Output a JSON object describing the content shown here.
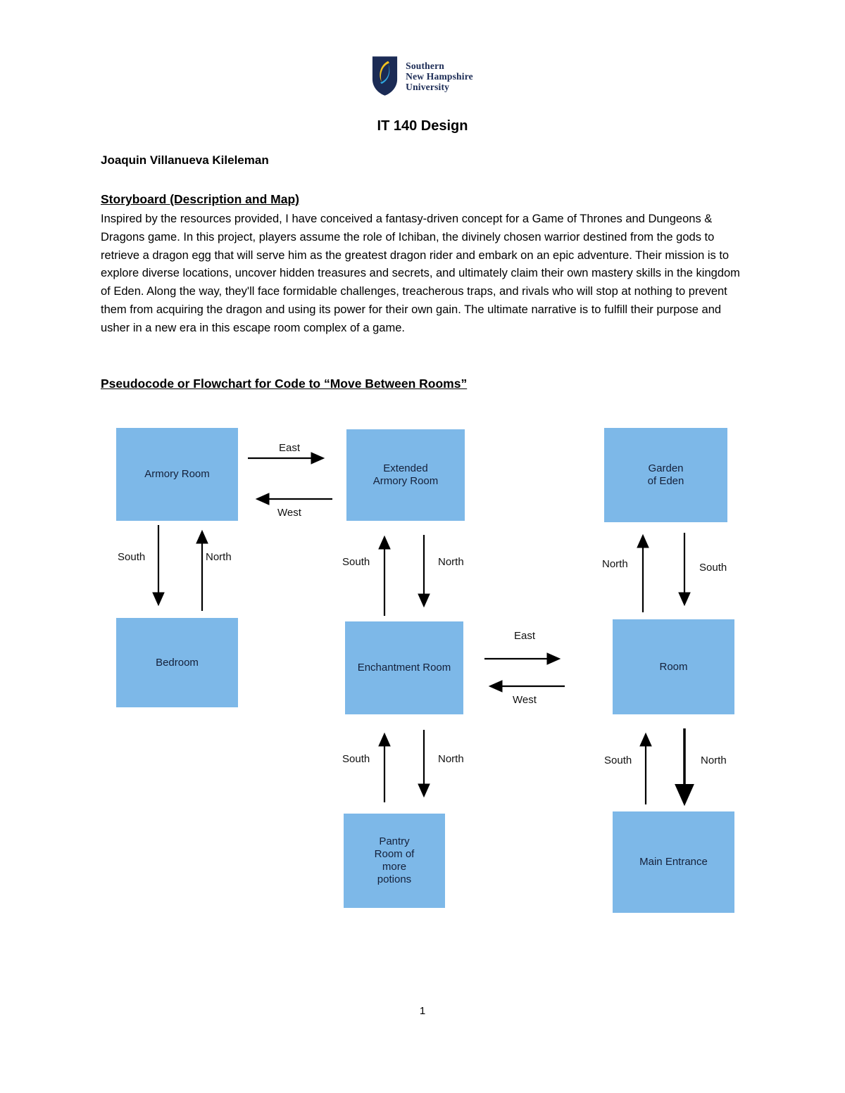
{
  "logo": {
    "line1": "Southern",
    "line2": "New Hampshire",
    "line3": "University"
  },
  "header": {
    "title": "IT 140 Design"
  },
  "author": "Joaquin Villanueva Kileleman",
  "sections": {
    "storyboard": {
      "heading": "Storyboard (Description and Map)",
      "body": "Inspired by the resources provided, I have conceived a fantasy-driven concept for a Game of Thrones and Dungeons & Dragons game. In this project, players assume the role of Ichiban, the divinely chosen warrior destined from the gods to retrieve a dragon egg that will serve him as the greatest dragon rider and embark on an epic adventure. Their mission is to explore diverse locations, uncover hidden treasures and secrets, and ultimately claim their own mastery skills in the kingdom of Eden. Along the way, they'll face formidable challenges, treacherous traps, and rivals who will stop at nothing to prevent them from acquiring the dragon and using its power for their own gain. The ultimate narrative is to fulfill their purpose and usher in a new era in this escape room complex of a game."
    },
    "pseudocode": {
      "heading": "Pseudocode or Flowchart for Code to “Move Between Rooms”"
    }
  },
  "diagram": {
    "rooms": {
      "armory": "Armory Room",
      "extended_armory": "Extended\nArmory Room",
      "garden": "Garden\nof Eden",
      "bedroom": "Bedroom",
      "enchantment": "Enchantment Room",
      "room": "Room",
      "pantry": "Pantry\nRoom of\nmore\npotions",
      "main_entrance": "Main Entrance"
    },
    "labels": {
      "east": "East",
      "west": "West",
      "north": "North",
      "south": "South"
    }
  },
  "page": {
    "number": "1"
  },
  "theme": {
    "box_blue": "#7db8e8",
    "logo_navy": "#1b2b55",
    "logo_gold": "#f2c11e",
    "logo_sky": "#2fa7e0",
    "text_color": "#000000"
  }
}
